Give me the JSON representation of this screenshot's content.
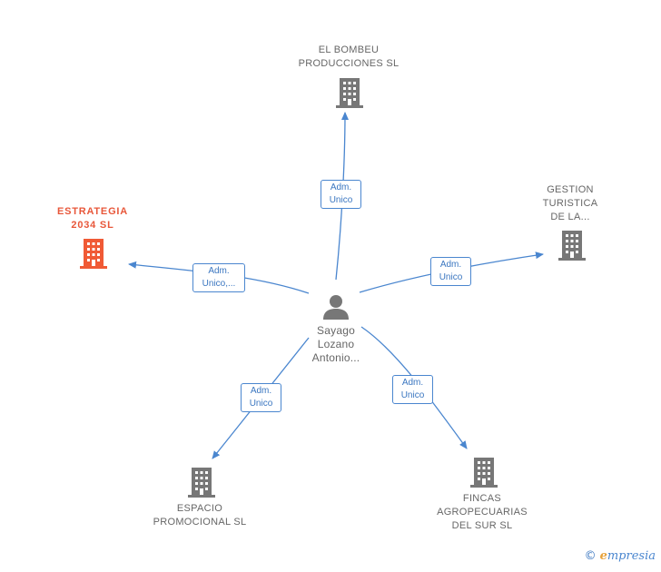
{
  "nodes": {
    "center": {
      "lines": [
        "Sayago",
        "Lozano",
        "Antonio..."
      ]
    },
    "bombeu": {
      "lines": [
        "EL BOMBEU",
        "PRODUCCIONES SL"
      ]
    },
    "estrategia": {
      "lines": [
        "ESTRATEGIA",
        "2034  SL"
      ]
    },
    "gestion": {
      "lines": [
        "GESTION",
        "TURISTICA",
        "DE LA..."
      ]
    },
    "espacio": {
      "lines": [
        "ESPACIO",
        "PROMOCIONAL SL"
      ]
    },
    "fincas": {
      "lines": [
        "FINCAS",
        "AGROPECUARIAS",
        "DEL SUR SL"
      ]
    }
  },
  "edges": {
    "bombeu": {
      "lines": [
        "Adm.",
        "Unico"
      ]
    },
    "estrategia": {
      "lines": [
        "Adm.",
        "Unico,..."
      ]
    },
    "gestion": {
      "lines": [
        "Adm.",
        "Unico"
      ]
    },
    "espacio": {
      "lines": [
        "Adm.",
        "Unico"
      ]
    },
    "fincas": {
      "lines": [
        "Adm.",
        "Unico"
      ]
    }
  },
  "colors": {
    "edge": "#4a86cf",
    "company": "#777777",
    "main_company": "#f05a35",
    "person": "#777777"
  },
  "footer": {
    "copyright": "©",
    "brand_initial": "e",
    "brand_rest": "mpresia"
  }
}
